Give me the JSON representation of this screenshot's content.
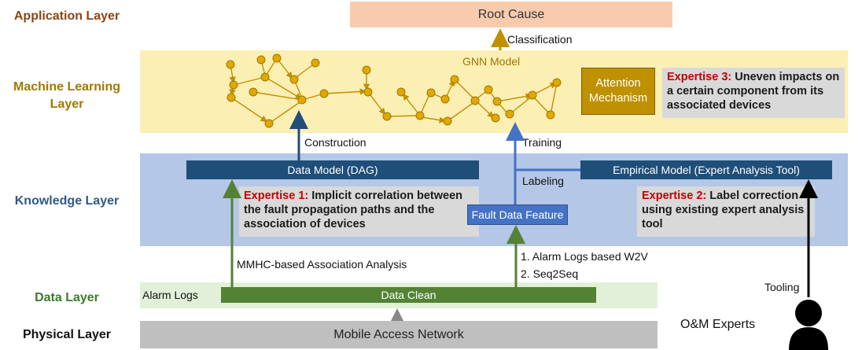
{
  "layers": {
    "application": "Application Layer",
    "ml_line1": "Machine Learning",
    "ml_line2": "Layer",
    "knowledge": "Knowledge Layer",
    "data": "Data Layer",
    "physical": "Physical Layer"
  },
  "boxes": {
    "root_cause": "Root Cause",
    "gnn_model": "GNN Model",
    "attention_line1": "Attention",
    "attention_line2": "Mechanism",
    "data_model": "Data Model (DAG)",
    "empirical_model": "Empirical Model (Expert Analysis Tool)",
    "fault_feature": "Fault Data Feature",
    "data_clean": "Data Clean",
    "mobile_network": "Mobile Access Network"
  },
  "edges": {
    "classification": "Classification",
    "construction": "Construction",
    "training": "Training",
    "labeling": "Labeling",
    "mmhc": "MMHC-based Association Analysis",
    "w2v": "1. Alarm Logs based W2V",
    "seq2seq": "2. Seq2Seq",
    "tooling": "Tooling"
  },
  "labels": {
    "alarm_logs": "Alarm Logs",
    "om_experts": "O&M Experts"
  },
  "expertise": {
    "e1_title": "Expertise 1:",
    "e1_text": " Implicit correlation between the fault propagation paths and the association of devices",
    "e2_title": "Expertise 2:",
    "e2_text": " Label correction using existing expert analysis tool",
    "e3_title": "Expertise 3:",
    "e3_text": " Uneven impacts on a certain component from its associated devices"
  },
  "colors": {
    "application": "#8b4513",
    "ml": "#a07800",
    "knowledge": "#2e5a88",
    "data": "#3a7a2a",
    "physical": "#111111",
    "red": "#c00000"
  }
}
